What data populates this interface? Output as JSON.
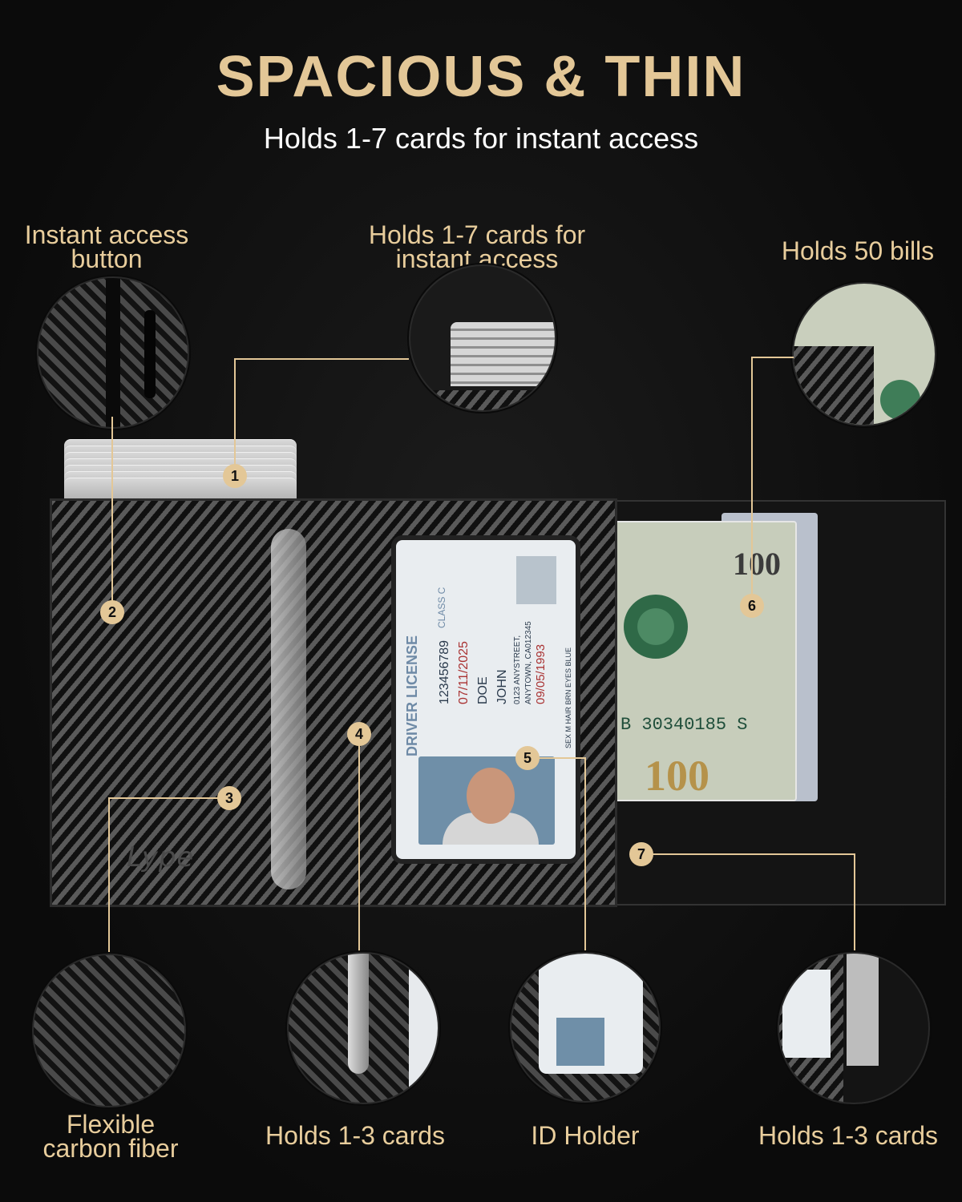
{
  "header": {
    "title": "SPACIOUS & THIN",
    "subtitle": "Holds 1-7 cards for instant access"
  },
  "labels": {
    "instant_access": [
      "Instant access",
      "button"
    ],
    "cards_1_7": [
      "Holds 1-7 cards for",
      "instant access"
    ],
    "bills": [
      "Holds 50 bills"
    ],
    "carbon": [
      "Flexible",
      "carbon fiber"
    ],
    "cards_1_3_left": [
      "Holds 1-3 cards"
    ],
    "id_holder": [
      "ID Holder"
    ],
    "cards_1_3_right": [
      "Holds 1-3 cards"
    ]
  },
  "badges": [
    "1",
    "2",
    "3",
    "4",
    "5",
    "6",
    "7"
  ],
  "id_card": {
    "heading": "DRIVER LICENSE",
    "class": "CLASS C",
    "dl": "123456789",
    "exp": "07/11/2025",
    "ln": "DOE",
    "fn": "JOHN",
    "addr1": "0123 ANYSTREET,",
    "addr2": "ANYTOWN, CA012345",
    "dob": "09/05/1993",
    "misc": "SEX M  HAIR BRN  EYES BLUE"
  },
  "bill": {
    "denomination": "100",
    "serial": "B 30340185 S"
  },
  "brand": "Lype",
  "colors": {
    "background": "#0e0e0e",
    "accent_gold": "#e3c797",
    "subtitle_white": "#ffffff"
  }
}
